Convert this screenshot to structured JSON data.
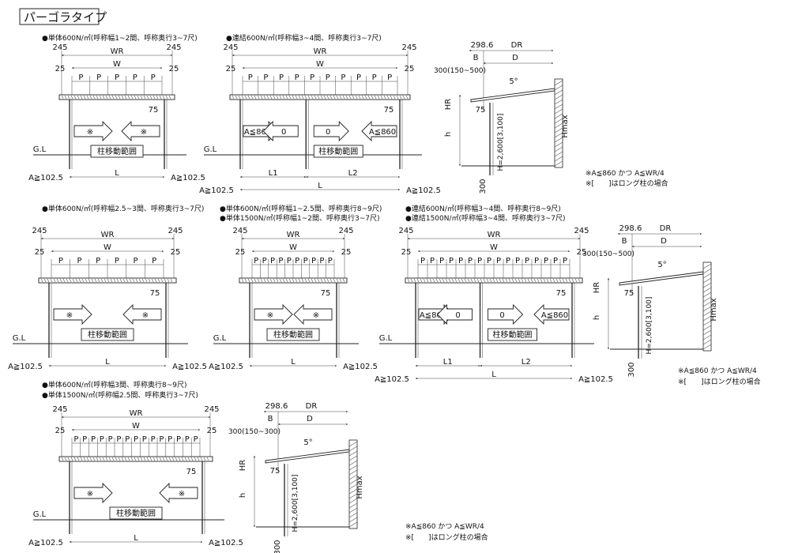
{
  "title": "パーゴラタイプ",
  "dims": {
    "d245": "245",
    "d25": "25",
    "wr": "WR",
    "w": "W",
    "p": "P",
    "d75": "75",
    "gl": "G.L",
    "a_min": "A≧102.5",
    "l": "L",
    "l1": "L1",
    "l2": "L2",
    "a860": "A≦860",
    "zero": "0",
    "kome": "※",
    "move_range": "柱移動範囲"
  },
  "side": {
    "d2986": "298.6",
    "dr": "DR",
    "b": "B",
    "d": "D",
    "d300_range": "300(150~500)",
    "d300_range_b": "300(150~300)",
    "deg5": "5°",
    "hr": "HR",
    "h": "h",
    "h_val": "H=2,600[3,100]",
    "hmax": "Hmax",
    "d75": "75",
    "d300": "300",
    "gl": "G.L"
  },
  "notes": {
    "n1": "※A≦860 かつ A≦WR/4",
    "n2": "※[　　]はロング柱の場合"
  },
  "captions": {
    "c1": "●単体600N/㎡(呼称幅1~2間、呼称奥行3~7尺)",
    "c2": "●連結600N/㎡(呼称幅3~4間、呼称奥行3~7尺)",
    "c3": "●単体600N/㎡(呼称幅2.5~3間、呼称奥行3~7尺)",
    "c4a": "●単体600N/㎡(呼称幅1~2.5間、呼称奥行8~9尺)",
    "c4b": "●単体1500N/㎡(呼称幅1~2間、呼称奥行3~7尺)",
    "c5a": "●連結600N/㎡(呼称幅3~4間、呼称奥行8~9尺)",
    "c5b": "●連結1500N/㎡(呼称幅3~4間、呼称奥行3~7尺)",
    "c6a": "●単体600N/㎡(呼称幅3間、呼称奥行8~9尺)",
    "c6b": "●単体1500N/㎡(呼称幅2.5間、呼称奥行3~7尺)"
  }
}
